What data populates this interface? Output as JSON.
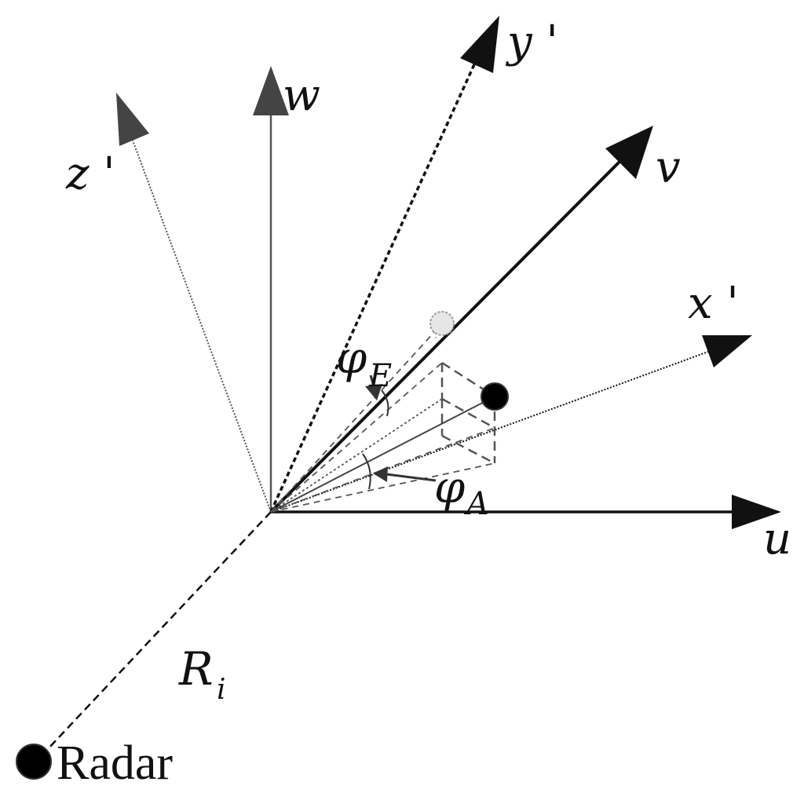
{
  "axes": {
    "u": "u",
    "v": "v",
    "w": "w",
    "x_prime": "x '",
    "y_prime": "y '",
    "z_prime": "z '"
  },
  "angles": {
    "elevation_symbol": "φ",
    "elevation_subscript": "E",
    "azimuth_symbol": "φ",
    "azimuth_subscript": "A"
  },
  "range": {
    "symbol": "R",
    "subscript": "i"
  },
  "radar_label": "Radar",
  "colors": {
    "line_dark": "#111111",
    "line_gray": "#555555",
    "arrow_gray": "#444444",
    "target_fill": "#000000",
    "projection_point_fill": "#e6e6e6"
  }
}
